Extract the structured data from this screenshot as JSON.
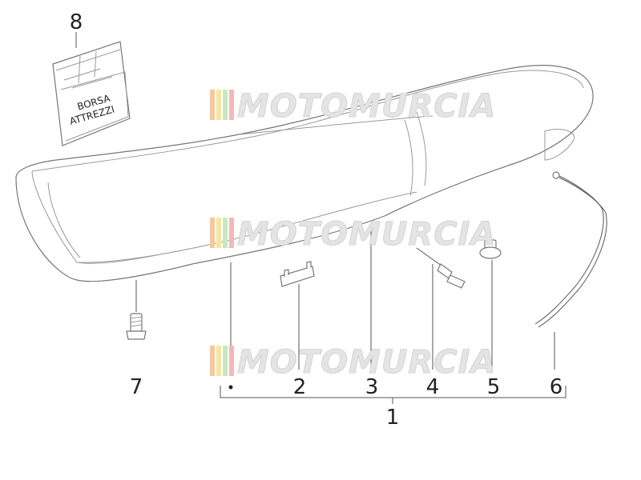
{
  "watermark": {
    "text": "MOTOMURCIA"
  },
  "bag_label": {
    "line1": "BORSA",
    "line2": "ATTREZZI"
  },
  "callouts": [
    "8",
    "7",
    "2",
    "3",
    "4",
    "5",
    "6",
    "1"
  ],
  "colors": {
    "line": "#555555",
    "watermark_stripes": [
      "#f6c7a0",
      "#f3e7a0",
      "#c8e6c0",
      "#f4b7b7"
    ]
  }
}
